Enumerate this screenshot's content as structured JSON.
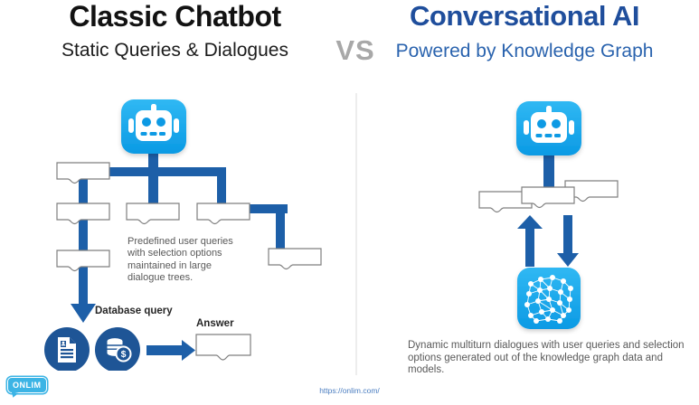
{
  "header": {
    "left": {
      "title": "Classic Chatbot",
      "subtitle": "Static Queries & Dialogues"
    },
    "vs": "VS",
    "right": {
      "title": "Conversational AI",
      "subtitle": "Powered by Knowledge Graph"
    }
  },
  "left_panel": {
    "description": "Predefined user queries with selection options maintained in large dialogue trees.",
    "database_label": "Database query",
    "answer_label": "Answer",
    "icons": [
      "robot-icon",
      "dialogue-box",
      "document-icon",
      "database-coins-icon"
    ]
  },
  "right_panel": {
    "description": "Dynamic multiturn dialogues with user queries and selection options generated out of the knowledge graph data and models.",
    "icons": [
      "robot-icon",
      "dialogue-box",
      "up-arrow-icon",
      "down-arrow-icon",
      "knowledge-graph-icon"
    ]
  },
  "footer": {
    "logo_text": "ONLIM",
    "url": "https://onlim.com/"
  },
  "colors": {
    "icon_blue": "#14a7ee",
    "line_blue": "#1d5fa8",
    "circle_navy": "#1e5596",
    "title_blue": "#1f4e9c",
    "subtitle_blue": "#2a63ae",
    "vs_gray": "#a8a8a8",
    "body_gray": "#595959"
  }
}
